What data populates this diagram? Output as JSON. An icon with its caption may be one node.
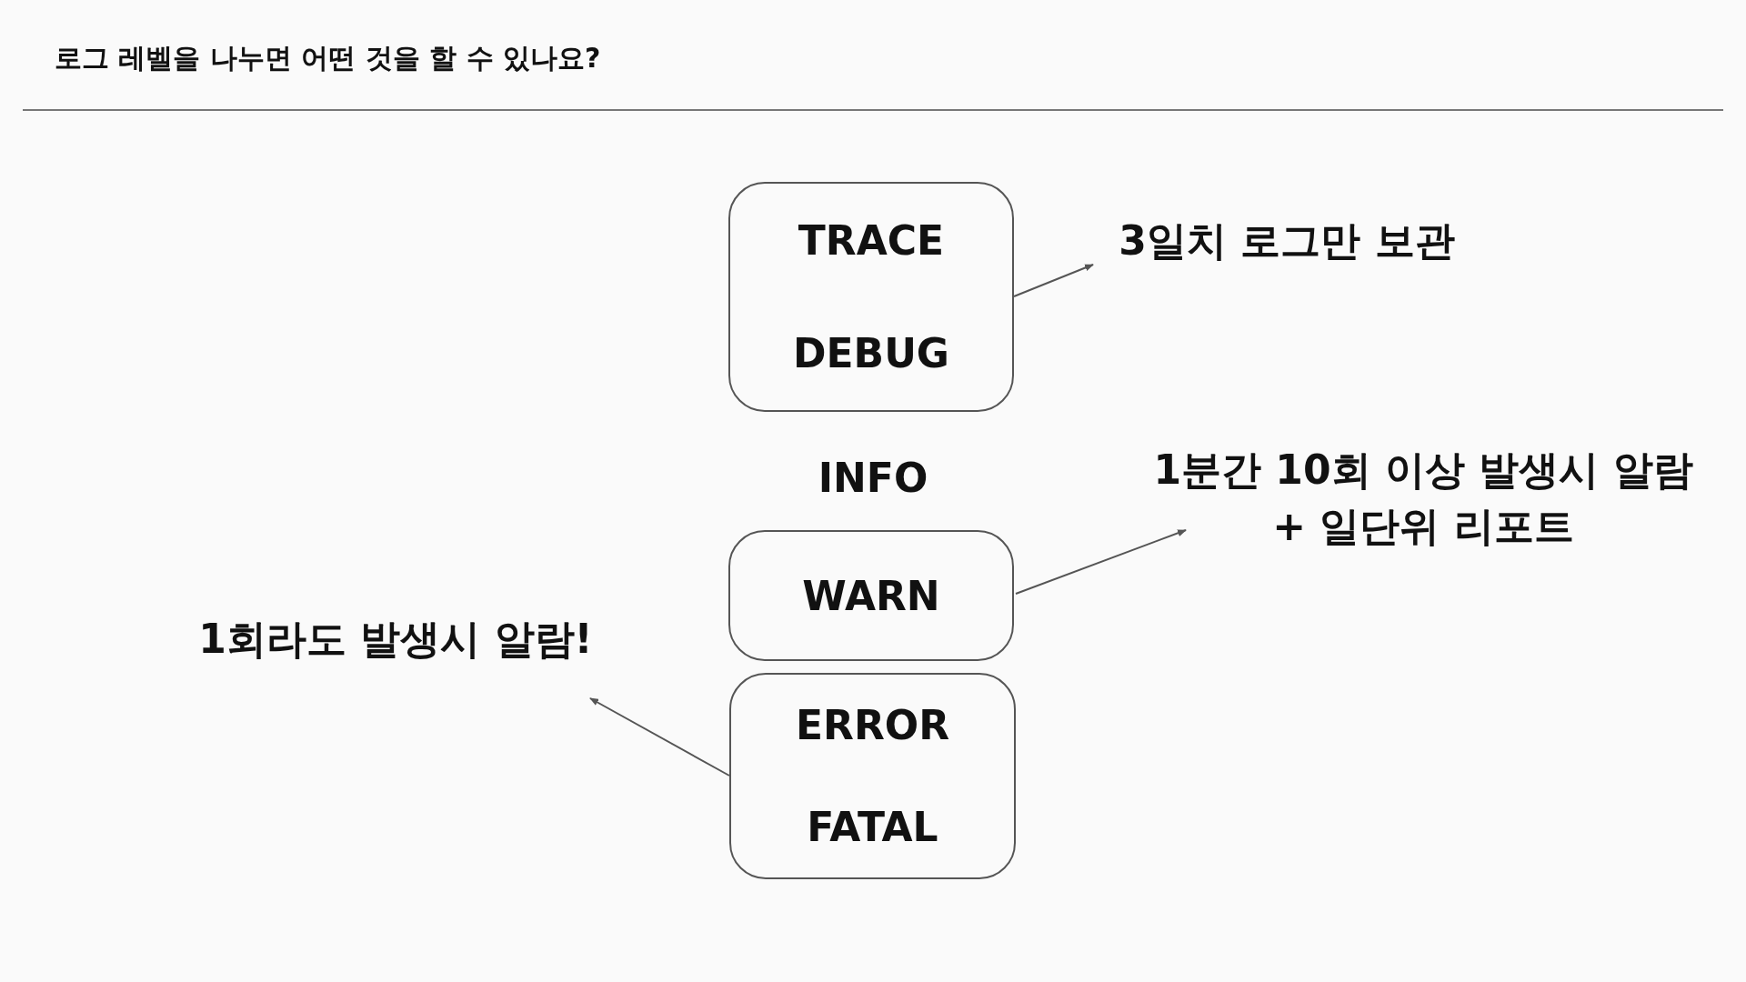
{
  "diagram": {
    "title": "로그 레벨을 나누면 어떤 것을 할 수 있나요?",
    "nodes": [
      {
        "text": [
          "TRACE",
          "DEBUG"
        ]
      },
      {
        "text": [
          "WARN"
        ]
      },
      {
        "text": [
          "ERROR",
          "FATAL"
        ]
      },
      {
        "text": [
          "3일치 로그만 보관"
        ]
      },
      {
        "text": [
          "1분간 10회 이상 발생시 알람 + 일단위 리포트"
        ]
      },
      {
        "text": [
          "1회라도 발생시 알람!"
        ]
      }
    ],
    "edges": [
      {
        "from": 0,
        "to": 3,
        "arrow": "to"
      },
      {
        "from": 1,
        "to": 4,
        "arrow": "to"
      },
      {
        "from": 2,
        "to": 5,
        "arrow": "to"
      }
    ],
    "labels": [
      "INFO"
    ]
  }
}
